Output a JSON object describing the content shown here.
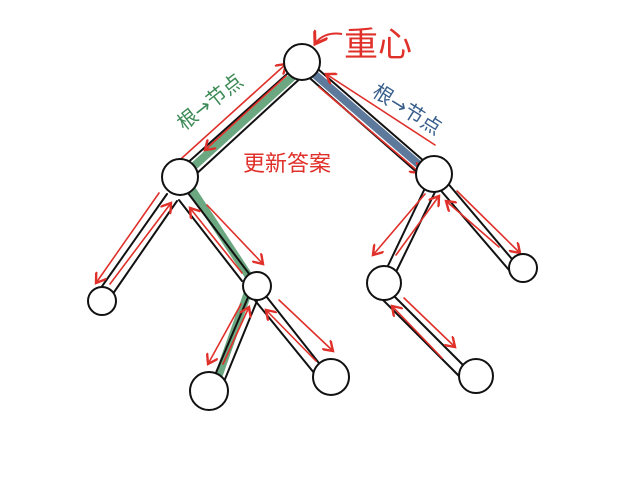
{
  "labels": {
    "centroid": "重心",
    "root_to_child_green": "根→节点",
    "root_to_child_blue": "根→节点",
    "update_answer": "更新答案"
  },
  "colors": {
    "background": "#ffffff",
    "node_stroke": "#111111",
    "edge_stroke": "#111111",
    "arrow_red": "#e0302a",
    "path_green": "#5e9f75",
    "path_blue": "#4f6e93",
    "text_green": "#3b8a55",
    "text_blue": "#3a5f8c",
    "text_red": "#e0302a"
  }
}
